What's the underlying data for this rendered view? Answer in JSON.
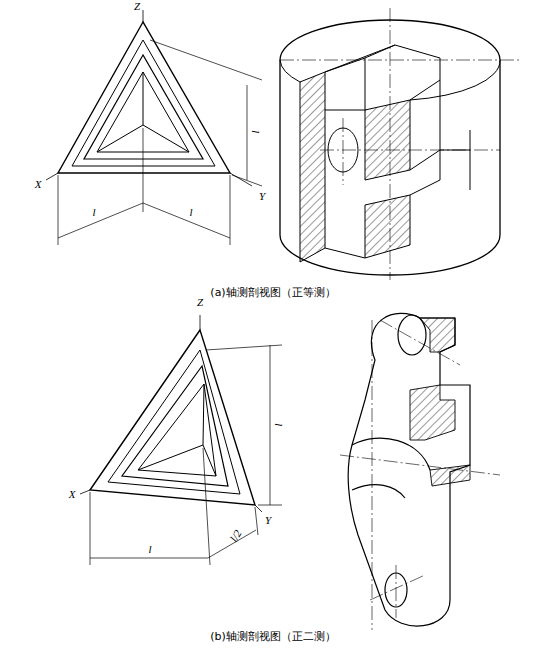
{
  "diagram": {
    "labels": [
      "Z",
      "X",
      "Y",
      "l",
      "l",
      "l",
      "(a)轴测剖视图（正等测）",
      "Z",
      "X",
      "Y",
      "l",
      "l",
      "l/2",
      "(b)轴测剖视图（正二测）"
    ]
  }
}
